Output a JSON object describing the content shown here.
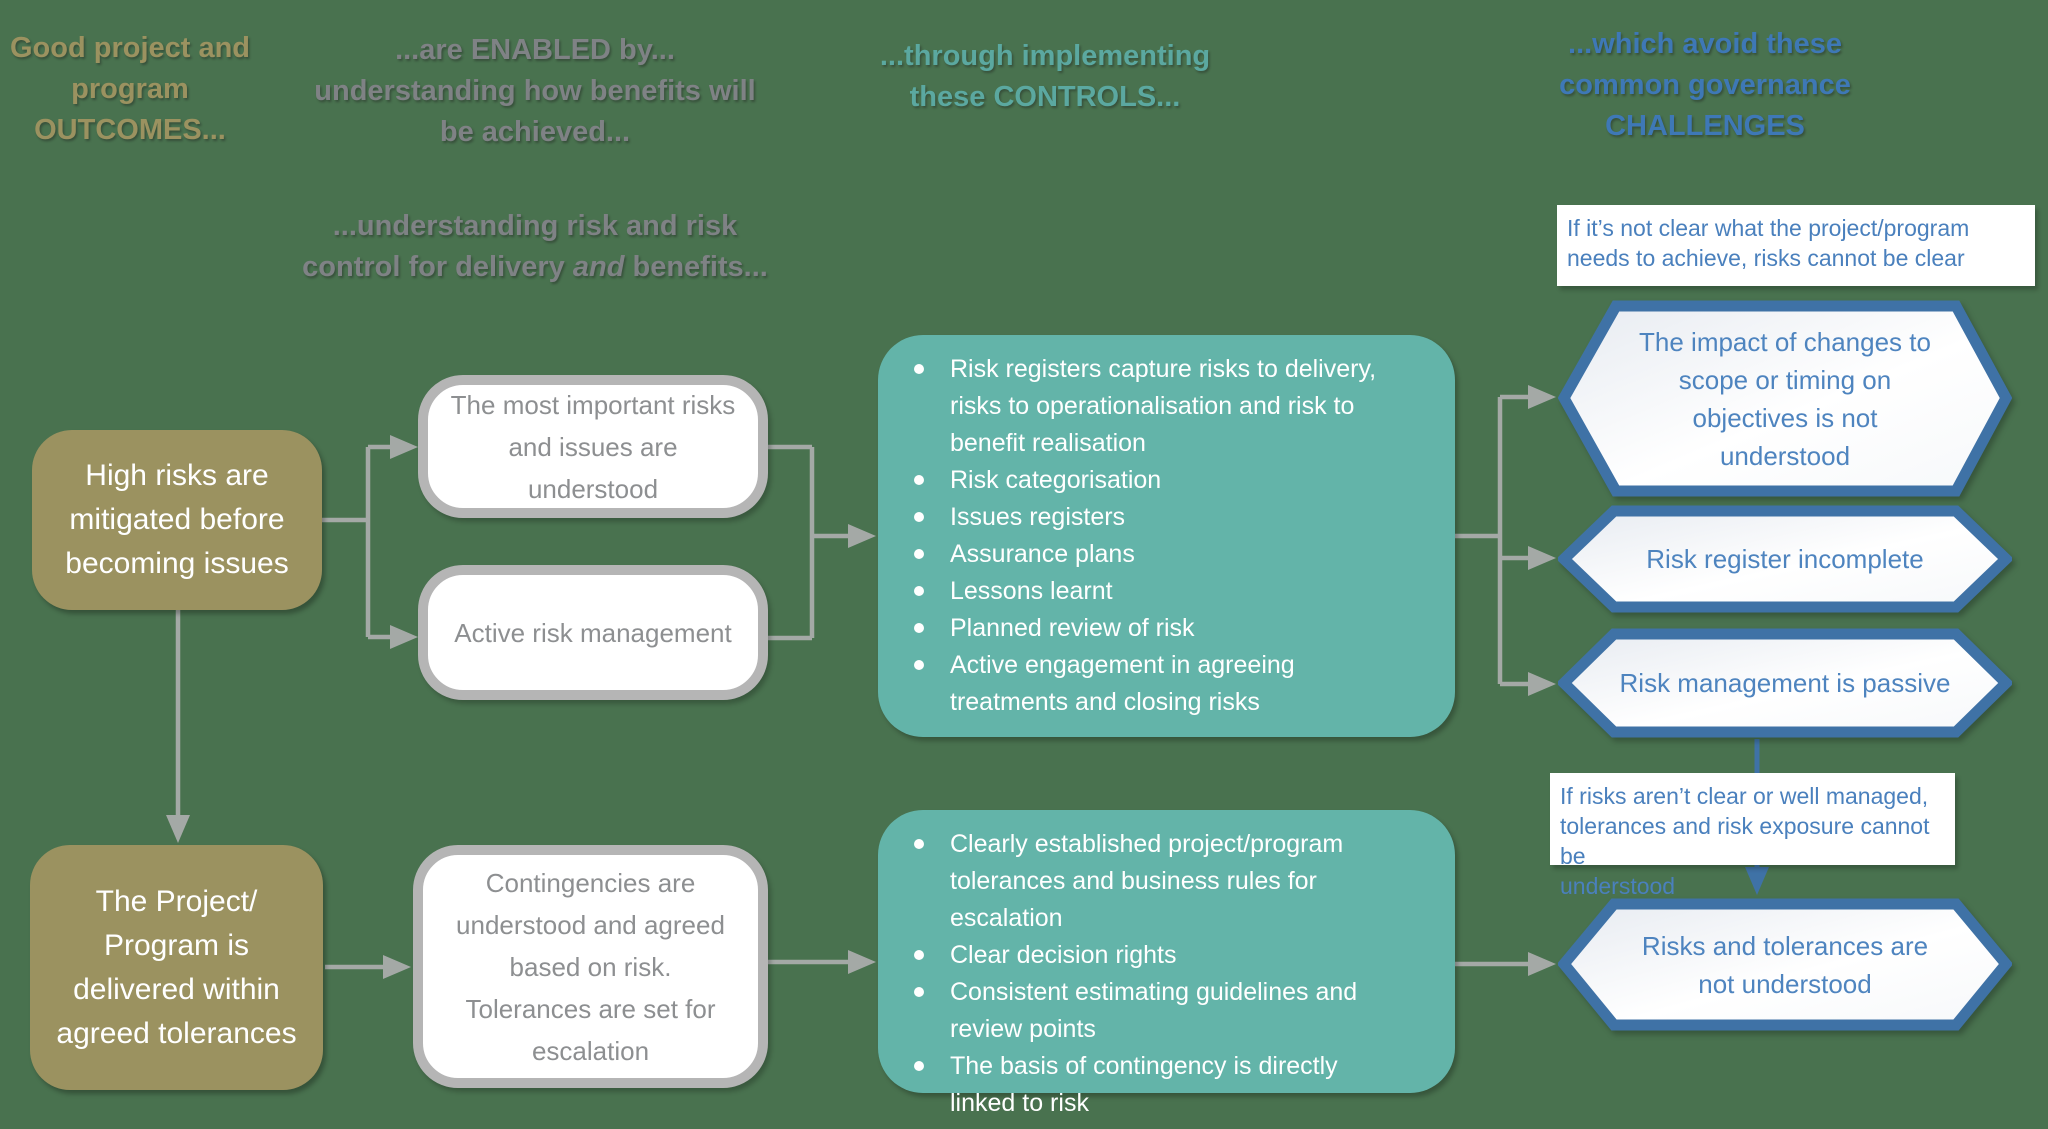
{
  "canvas": {
    "background": "#49724f"
  },
  "columns": {
    "outcomes": {
      "header": "Good project and\nprogram\nOUTCOMES..."
    },
    "enablers": {
      "header": "...are ENABLED by...\nunderstanding how benefits will\nbe achieved...",
      "subheader_pre": "...understanding risk and risk\ncontrol for delivery",
      "subheader_italic": "and",
      "subheader_post": "benefits..."
    },
    "controls": {
      "header": "...through implementing\nthese CONTROLS..."
    },
    "challenges": {
      "header": "...which avoid these\ncommon governance\nCHALLENGES"
    }
  },
  "outcome_boxes": [
    {
      "text": "High risks are\nmitigated before\nbecoming issues"
    },
    {
      "text": "The Project/\nProgram is\ndelivered within\nagreed tolerances"
    }
  ],
  "enabler_boxes": [
    {
      "text": "The most important risks\nand issues are\nunderstood"
    },
    {
      "text": "Active risk management"
    },
    {
      "text": "Contingencies are\nunderstood and agreed\nbased on risk.\nTolerances are set for\nescalation"
    }
  ],
  "control_boxes": [
    {
      "bullets": [
        "Risk registers capture risks to delivery,\nrisks to operationalisation and risk to\nbenefit realisation",
        "Risk categorisation",
        "Issues registers",
        "Assurance plans",
        "Lessons learnt",
        "Planned review of risk",
        "Active engagement in agreeing\ntreatments and closing risks"
      ]
    },
    {
      "bullets": [
        "Clearly established project/program\ntolerances and business rules for\nescalation",
        "Clear decision rights",
        "Consistent estimating guidelines and\nreview points",
        "The basis of contingency is directly\nlinked to risk"
      ]
    }
  ],
  "captions": [
    {
      "text": "If it’s not clear what the project/program\nneeds to achieve, risks cannot be clear"
    },
    {
      "text": "If risks aren’t clear or well managed,\ntolerances and risk exposure cannot be\nunderstood"
    }
  ],
  "challenge_hexagons": [
    {
      "text": "The impact of changes to\nscope or timing on\nobjectives is not\nunderstood"
    },
    {
      "text": "Risk register incomplete"
    },
    {
      "text": "Risk management is passive"
    },
    {
      "text": "Risks and tolerances are\nnot understood"
    }
  ],
  "colors": {
    "background": "#49724f",
    "outcome_fill": "#9b9260",
    "control_fill": "#63b4a9",
    "hexagon_border": "#3f72a6",
    "hexagon_text": "#4e84bf",
    "caption_text": "#4a80bd",
    "enabler_border": "#b5b5b5",
    "enabler_text": "#8d8f91",
    "connector_gray": "#a4a9a6",
    "header_outcomes": "#9b9260",
    "header_enablers": "#7f8285",
    "header_controls": "#5ba8a0",
    "header_challenges": "#3e78b6"
  }
}
